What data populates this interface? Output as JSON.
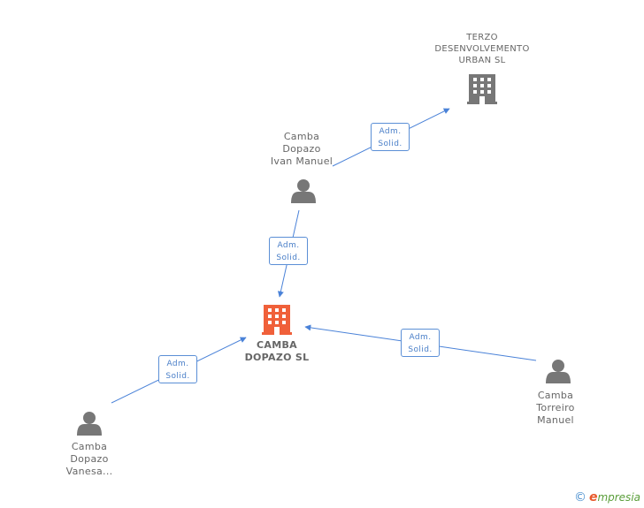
{
  "colors": {
    "edge": "#4a82d8",
    "person_icon": "#777777",
    "company_icon": "#777777",
    "main_company_icon": "#f0603a",
    "label": "#666666"
  },
  "nodes": {
    "terzo": {
      "label_lines": [
        "TERZO",
        "DESENVOLVEMENTO",
        "URBAN SL"
      ],
      "icon": "building-icon"
    },
    "ivan": {
      "label_lines": [
        "Camba",
        "Dopazo",
        "Ivan Manuel"
      ],
      "icon": "person-icon"
    },
    "main": {
      "label_lines": [
        "CAMBA",
        "DOPAZO SL"
      ],
      "icon": "building-icon"
    },
    "vanesa": {
      "label_lines": [
        "Camba",
        "Dopazo",
        "Vanesa..."
      ],
      "icon": "person-icon"
    },
    "torreiro": {
      "label_lines": [
        "Camba",
        "Torreiro",
        "Manuel"
      ],
      "icon": "person-icon"
    }
  },
  "edges": [
    {
      "from": "ivan",
      "to": "terzo",
      "label_lines": [
        "Adm.",
        "Solid."
      ]
    },
    {
      "from": "ivan",
      "to": "main",
      "label_lines": [
        "Adm.",
        "Solid."
      ]
    },
    {
      "from": "vanesa",
      "to": "main",
      "label_lines": [
        "Adm.",
        "Solid."
      ]
    },
    {
      "from": "torreiro",
      "to": "main",
      "label_lines": [
        "Adm.",
        "Solid."
      ]
    }
  ],
  "footer": {
    "copyright_symbol": "©",
    "brand_initial": "e",
    "brand_rest": "mpresia"
  }
}
